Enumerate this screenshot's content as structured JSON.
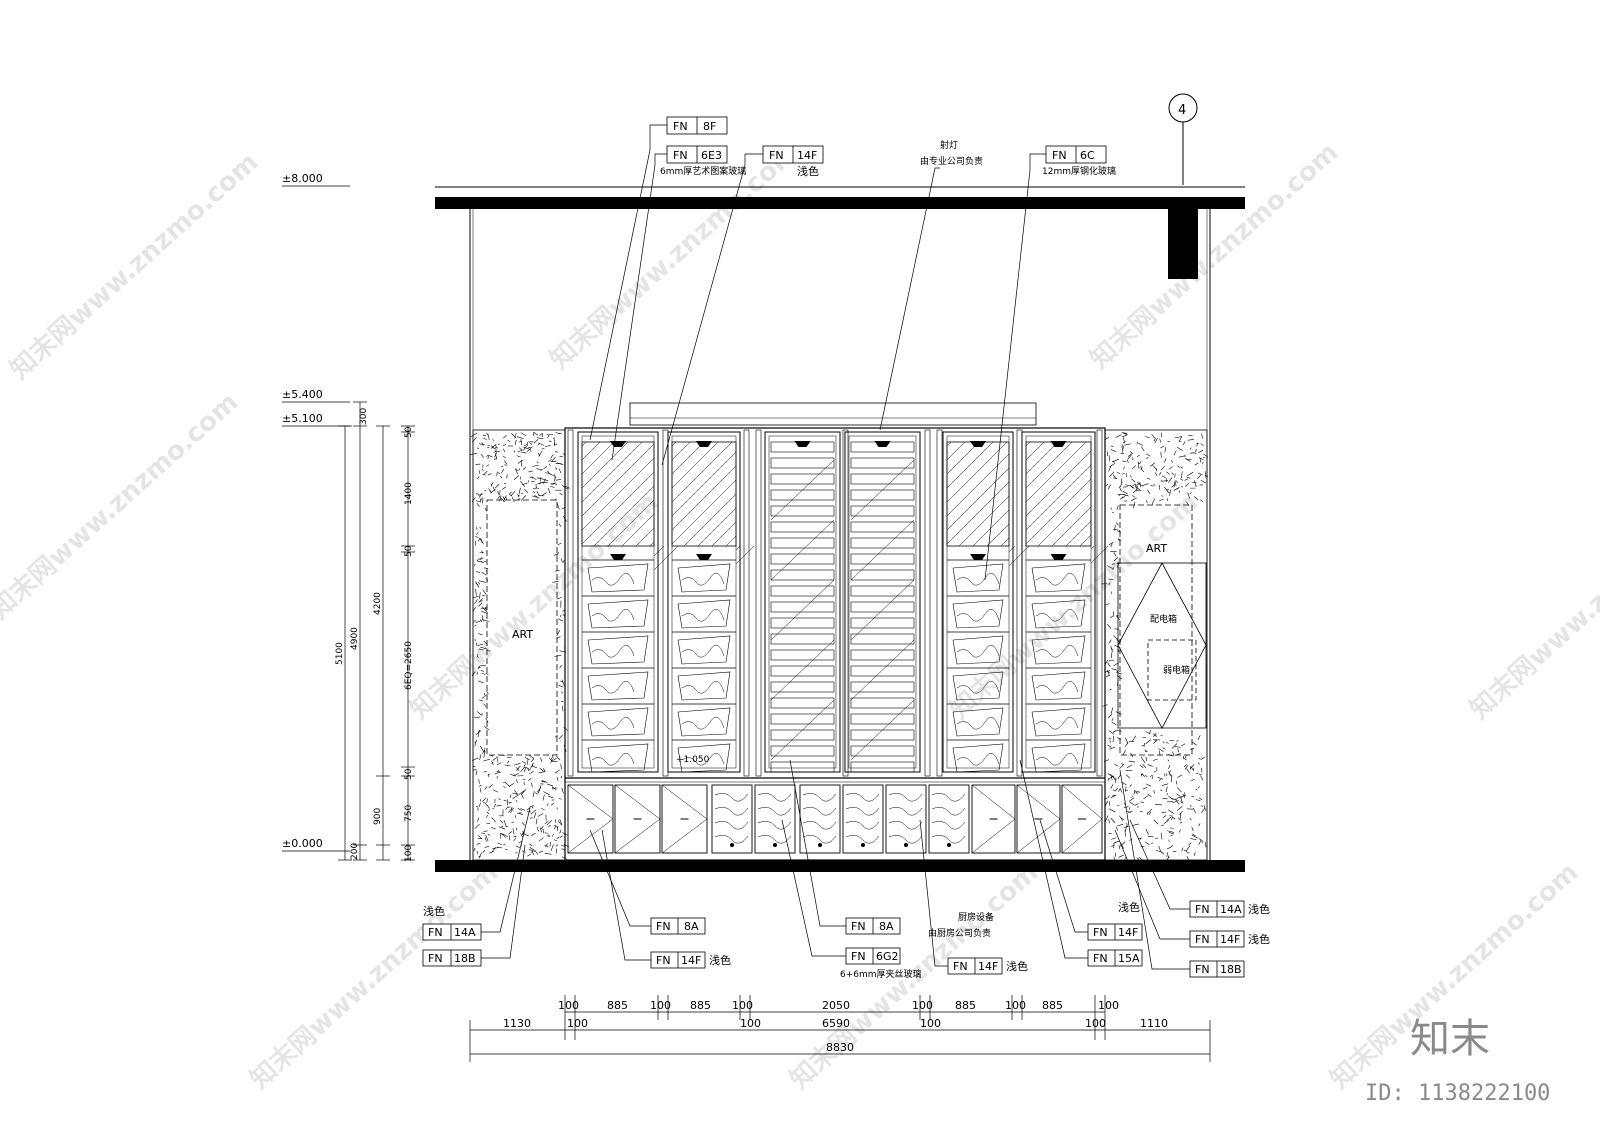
{
  "elevations": {
    "top": "±8.000",
    "e5400": "±5.400",
    "e5100": "±5.100",
    "zero": "±0.000"
  },
  "grid_axis": "4",
  "vertical_dims": {
    "d300": "300",
    "d50a": "50",
    "d1400": "1400",
    "d50b": "50",
    "d4200": "4200",
    "d6eq": "6EQ=2650",
    "d50c": "50",
    "d750": "750",
    "d100": "100",
    "d4900": "4900",
    "d5100": "5100",
    "d900": "900",
    "d200": "200"
  },
  "bottom_dims": {
    "row1": [
      "100",
      "885",
      "100",
      "885",
      "100",
      "2050",
      "100",
      "885",
      "100",
      "885",
      "100"
    ],
    "row2": [
      "1130",
      "100",
      "100",
      "6590",
      "100",
      "100",
      "1110"
    ],
    "total": "8830"
  },
  "art_labels": [
    "ART",
    "ART"
  ],
  "center_note_1": "配电箱",
  "center_note_2": "弱电箱",
  "small_mark": "+1.050",
  "top_tags": [
    {
      "code": "FN",
      "num": "8F"
    },
    {
      "code": "FN",
      "num": "6E3",
      "note": "6mm厚艺术图案玻璃"
    },
    {
      "code": "FN",
      "num": "14F",
      "note": "浅色"
    },
    {
      "code": "FN",
      "num": "6C",
      "note": "12mm厚钢化玻璃"
    }
  ],
  "top_light_note": {
    "line1": "射灯",
    "line2": "由专业公司负责"
  },
  "bottom_tags": {
    "left": {
      "note": "浅色",
      "a": {
        "code": "FN",
        "num": "14A"
      },
      "b": {
        "code": "FN",
        "num": "18B"
      }
    },
    "mid1": {
      "a": {
        "code": "FN",
        "num": "8A"
      },
      "b": {
        "code": "FN",
        "num": "14F"
      },
      "note": "浅色"
    },
    "mid2": {
      "a": {
        "code": "FN",
        "num": "8A"
      },
      "b": {
        "code": "FN",
        "num": "6G2"
      },
      "note": "6+6mm厚夹丝玻璃"
    },
    "mid3": {
      "line1": "厨房设备",
      "line2": "由厨房公司负责",
      "tag": {
        "code": "FN",
        "num": "14F"
      },
      "note": "浅色"
    },
    "right1": {
      "note": "浅色",
      "a": {
        "code": "FN",
        "num": "14F"
      },
      "b": {
        "code": "FN",
        "num": "15A"
      }
    },
    "right2": {
      "a": {
        "code": "FN",
        "num": "14A"
      },
      "a_note": "浅色",
      "b": {
        "code": "FN",
        "num": "14F"
      },
      "b_note": "浅色",
      "c": {
        "code": "FN",
        "num": "18B"
      }
    }
  },
  "watermark": "知末网www.znzmo.com",
  "logo_text": "知末",
  "id_text": "ID: 1138222100"
}
